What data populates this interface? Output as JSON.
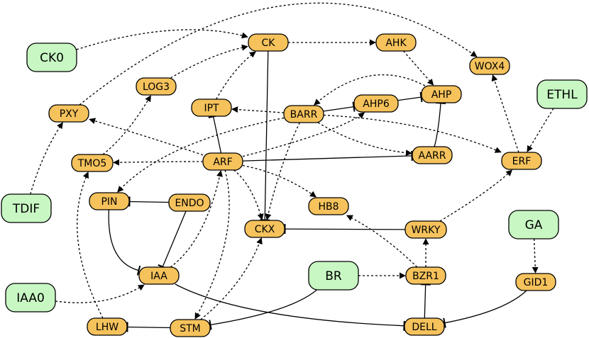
{
  "diagram": {
    "nodes": [
      {
        "id": "CK0",
        "label": "CK0",
        "kind": "input"
      },
      {
        "id": "TDIF",
        "label": "TDIF",
        "kind": "input"
      },
      {
        "id": "IAA0",
        "label": "IAA0",
        "kind": "input"
      },
      {
        "id": "BR",
        "label": "BR",
        "kind": "input"
      },
      {
        "id": "GA",
        "label": "GA",
        "kind": "input"
      },
      {
        "id": "ETHL",
        "label": "ETHL",
        "kind": "input"
      },
      {
        "id": "CK",
        "label": "CK",
        "kind": "gene"
      },
      {
        "id": "AHK",
        "label": "AHK",
        "kind": "gene"
      },
      {
        "id": "WOX4",
        "label": "WOX4",
        "kind": "gene"
      },
      {
        "id": "LOG3",
        "label": "LOG3",
        "kind": "gene"
      },
      {
        "id": "AHP",
        "label": "AHP",
        "kind": "gene"
      },
      {
        "id": "PXY",
        "label": "PXY",
        "kind": "gene"
      },
      {
        "id": "IPT",
        "label": "IPT",
        "kind": "gene"
      },
      {
        "id": "BARR",
        "label": "BARR",
        "kind": "gene"
      },
      {
        "id": "AHP6",
        "label": "AHP6",
        "kind": "gene"
      },
      {
        "id": "TMO5",
        "label": "TMO5",
        "kind": "gene"
      },
      {
        "id": "ARF",
        "label": "ARF",
        "kind": "gene"
      },
      {
        "id": "AARR",
        "label": "AARR",
        "kind": "gene"
      },
      {
        "id": "ERF",
        "label": "ERF",
        "kind": "gene"
      },
      {
        "id": "PIN",
        "label": "PIN",
        "kind": "gene"
      },
      {
        "id": "ENDO",
        "label": "ENDO",
        "kind": "gene"
      },
      {
        "id": "HB8",
        "label": "HB8",
        "kind": "gene"
      },
      {
        "id": "CKX",
        "label": "CKX",
        "kind": "gene"
      },
      {
        "id": "WRKY",
        "label": "WRKY",
        "kind": "gene"
      },
      {
        "id": "IAA",
        "label": "IAA",
        "kind": "gene"
      },
      {
        "id": "BZR1",
        "label": "BZR1",
        "kind": "gene"
      },
      {
        "id": "GID1",
        "label": "GID1",
        "kind": "gene"
      },
      {
        "id": "LHW",
        "label": "LHW",
        "kind": "gene"
      },
      {
        "id": "STM",
        "label": "STM",
        "kind": "gene"
      },
      {
        "id": "DELL",
        "label": "DELL",
        "kind": "gene"
      }
    ],
    "edges": [
      {
        "from": "CK0",
        "to": "CK",
        "type": "activation"
      },
      {
        "from": "CK",
        "to": "AHK",
        "type": "activation"
      },
      {
        "from": "AHK",
        "to": "AHP",
        "type": "activation"
      },
      {
        "from": "LOG3",
        "to": "CK",
        "type": "activation"
      },
      {
        "from": "IPT",
        "to": "CK",
        "type": "activation"
      },
      {
        "from": "PXY",
        "to": "WOX4",
        "type": "activation"
      },
      {
        "from": "ERF",
        "to": "WOX4",
        "type": "activation"
      },
      {
        "from": "ETHL",
        "to": "ERF",
        "type": "activation"
      },
      {
        "from": "TDIF",
        "to": "PXY",
        "type": "activation"
      },
      {
        "from": "AHP",
        "to": "BARR",
        "type": "activation"
      },
      {
        "from": "AHP6",
        "to": "AHP",
        "type": "inhibition"
      },
      {
        "from": "BARR",
        "to": "AHP6",
        "type": "inhibition"
      },
      {
        "from": "BARR",
        "to": "IPT",
        "type": "activation"
      },
      {
        "from": "BARR",
        "to": "ERF",
        "type": "activation"
      },
      {
        "from": "BARR",
        "to": "AARR",
        "type": "activation"
      },
      {
        "from": "BARR",
        "to": "CKX",
        "type": "activation"
      },
      {
        "from": "BARR",
        "to": "PIN",
        "type": "activation"
      },
      {
        "from": "AARR",
        "to": "AHP",
        "type": "inhibition"
      },
      {
        "from": "ARF",
        "to": "IPT",
        "type": "inhibition"
      },
      {
        "from": "ARF",
        "to": "PXY",
        "type": "activation"
      },
      {
        "from": "ARF",
        "to": "TMO5",
        "type": "activation"
      },
      {
        "from": "ARF",
        "to": "AHP6",
        "type": "activation"
      },
      {
        "from": "ARF",
        "to": "AARR",
        "type": "inhibition"
      },
      {
        "from": "ARF",
        "to": "HB8",
        "type": "activation"
      },
      {
        "from": "ARF",
        "to": "CKX",
        "type": "activation"
      },
      {
        "from": "ARF",
        "to": "STM",
        "type": "activation"
      },
      {
        "from": "TMO5",
        "to": "LOG3",
        "type": "activation"
      },
      {
        "from": "LHW",
        "to": "TMO5",
        "type": "activation"
      },
      {
        "from": "CK",
        "to": "CKX",
        "type": "inhibition"
      },
      {
        "from": "ENDO",
        "to": "PIN",
        "type": "inhibition"
      },
      {
        "from": "ENDO",
        "to": "IAA",
        "type": "inhibition"
      },
      {
        "from": "PIN",
        "to": "IAA",
        "type": "inhibition"
      },
      {
        "from": "IAA",
        "to": "ARF",
        "type": "activation"
      },
      {
        "from": "IAA",
        "to": "DELL",
        "type": "inhibition"
      },
      {
        "from": "IAA0",
        "to": "IAA",
        "type": "activation"
      },
      {
        "from": "WRKY",
        "to": "CKX",
        "type": "inhibition"
      },
      {
        "from": "WRKY",
        "to": "ERF",
        "type": "activation"
      },
      {
        "from": "BZR1",
        "to": "WRKY",
        "type": "activation"
      },
      {
        "from": "BZR1",
        "to": "HB8",
        "type": "activation"
      },
      {
        "from": "BR",
        "to": "BZR1",
        "type": "activation"
      },
      {
        "from": "BR",
        "to": "STM",
        "type": "inhibition"
      },
      {
        "from": "DELL",
        "to": "BZR1",
        "type": "inhibition"
      },
      {
        "from": "GID1",
        "to": "DELL",
        "type": "inhibition"
      },
      {
        "from": "GA",
        "to": "GID1",
        "type": "activation"
      },
      {
        "from": "STM",
        "to": "CKX",
        "type": "activation"
      },
      {
        "from": "STM",
        "to": "LHW",
        "type": "inhibition"
      }
    ]
  }
}
